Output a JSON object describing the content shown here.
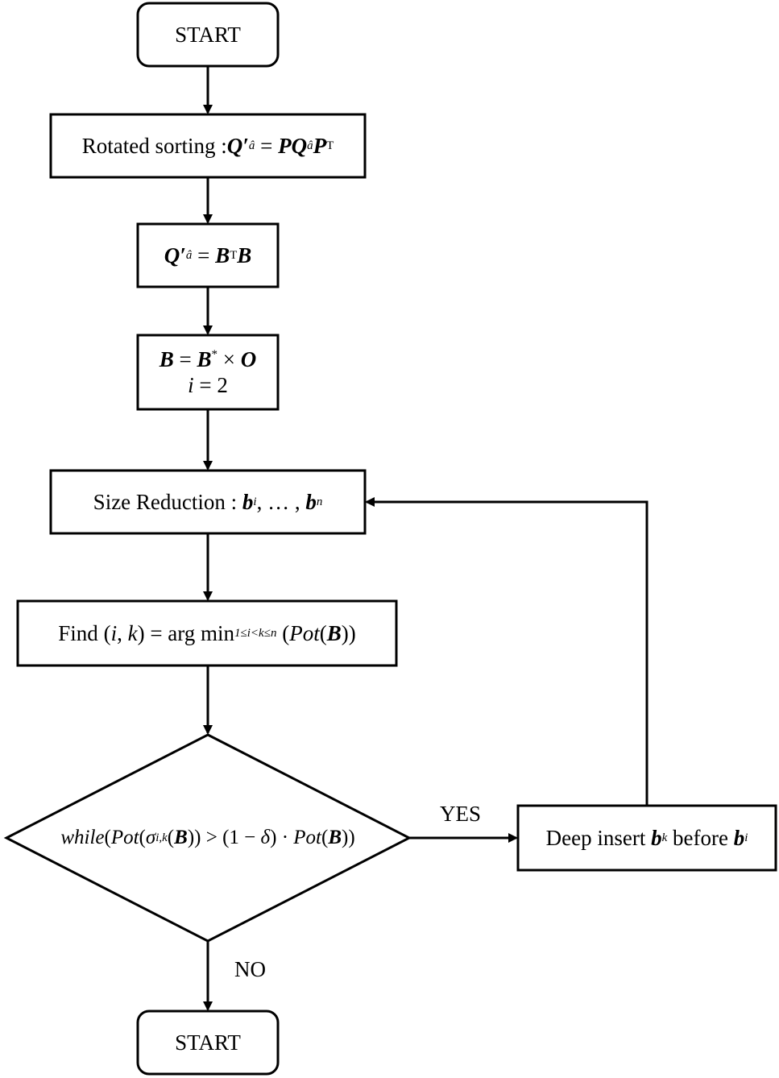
{
  "nodes": {
    "start_top": {
      "text": "START"
    },
    "rotated_sorting": {
      "prefix": "Rotated sorting : ",
      "q": "Q",
      "prime": "′",
      "q_sub": "â",
      "eq": " = ",
      "p1": "P",
      "q2": "Q",
      "q2_sub": "â",
      "p2": "P",
      "p2_sup": "T"
    },
    "factorization": {
      "q": "Q",
      "prime": "′",
      "q_sub": "â",
      "eq": " = ",
      "b1": "B",
      "b1_sup": "T",
      "b2": "B"
    },
    "init": {
      "line1_b": "B",
      "line1_eq": " = ",
      "line1_bstar": "B",
      "line1_star": "*",
      "line1_times": " × ",
      "line1_o": "O",
      "line2_i": "i",
      "line2_eq": " = 2"
    },
    "size_reduction": {
      "prefix": "Size Reduction : ",
      "b1": "b",
      "b1_sub": "i",
      "dots": ", … , ",
      "b2": "b",
      "b2_sub": "n"
    },
    "find": {
      "prefix": "Find ",
      "open": "(",
      "i": "i",
      "comma": ", ",
      "k": "k",
      "close": ")",
      "eq": " = arg min",
      "range": "1≤i<k≤n",
      "open2": " (",
      "pot": "Pot",
      "open3": "(",
      "b": "B",
      "close3": "))"
    },
    "condition": {
      "while": "while",
      "open": "(",
      "pot1": "Pot",
      "open2": "(",
      "sigma": "σ",
      "sigma_sub": "i,k",
      "open3": "(",
      "b1": "B",
      "close3": "))",
      "gt": " > (1 − ",
      "delta": "δ",
      "mid": ") · ",
      "pot2": "Pot",
      "open4": "(",
      "b2": "B",
      "close4": "))"
    },
    "deep_insert": {
      "prefix": "Deep insert ",
      "bk": "b",
      "bk_sub": "k",
      "mid": " before ",
      "bi": "b",
      "bi_sub": "i"
    },
    "start_bottom": {
      "text": "START"
    }
  },
  "edges": {
    "yes_label": "YES",
    "no_label": "NO"
  }
}
